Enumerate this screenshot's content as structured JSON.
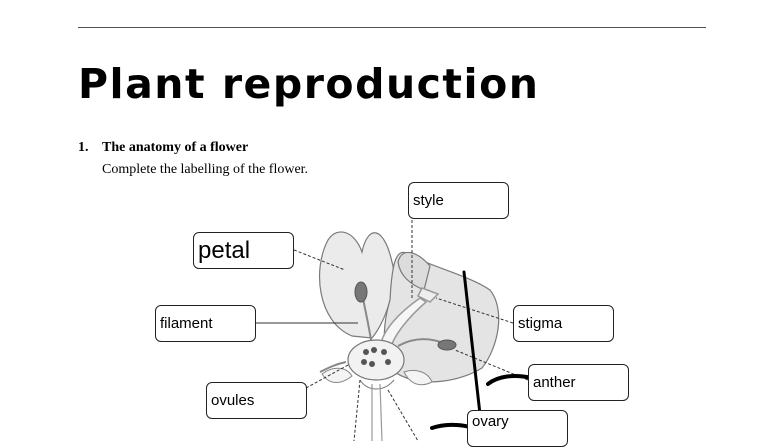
{
  "worksheet": {
    "title": "Plant reproduction",
    "question": {
      "number": "1.",
      "heading": "The anatomy of a flower",
      "instruction": "Complete the labelling of the flower."
    }
  },
  "labels": {
    "style": "style",
    "petal": "petal",
    "filament": "filament",
    "stigma": "stigma",
    "anther": "anther",
    "ovules": "ovules",
    "ovary": "ovary"
  }
}
